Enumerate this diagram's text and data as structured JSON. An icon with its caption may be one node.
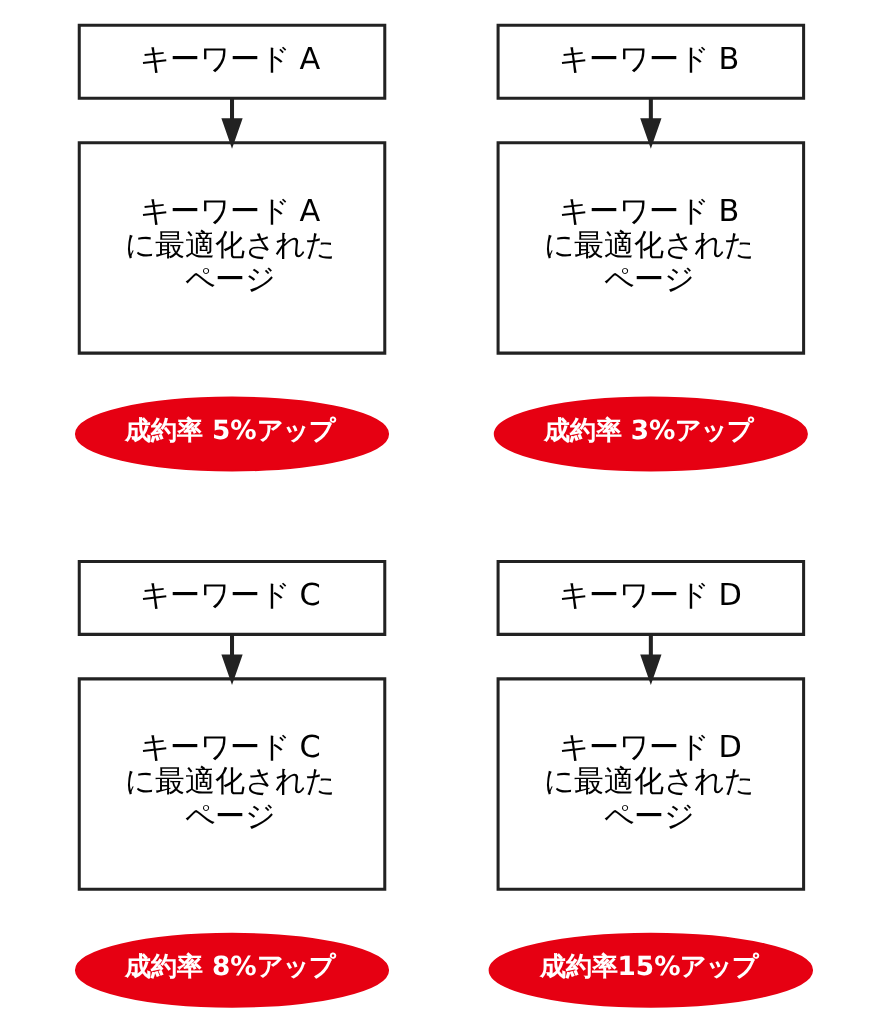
{
  "diagram": {
    "nodes": [
      {
        "text": [
          "キーワード A"
        ]
      },
      {
        "text": [
          "キーワード B"
        ]
      },
      {
        "text": [
          "キーワード Aに最適化されたページ"
        ]
      },
      {
        "text": [
          "キーワード Bに最適化されたページ"
        ]
      },
      {
        "text": [
          "成約率 5%アップ"
        ]
      },
      {
        "text": [
          "成約率 3%アップ"
        ]
      },
      {
        "text": [
          "キーワード C"
        ]
      },
      {
        "text": [
          "キーワード D"
        ]
      },
      {
        "text": [
          "キーワード Cに最適化されたページ"
        ]
      },
      {
        "text": [
          "キーワード Dに最適化されたページ"
        ]
      },
      {
        "text": [
          "成約率 8%アップ"
        ]
      },
      {
        "text": [
          "成約率15%アップ"
        ]
      }
    ],
    "edges": [
      {
        "from": 0,
        "to": 2,
        "arrow": "to"
      },
      {
        "from": 1,
        "to": 3,
        "arrow": "to"
      },
      {
        "from": 6,
        "to": 8,
        "arrow": "to"
      },
      {
        "from": 7,
        "to": 9,
        "arrow": "to"
      }
    ]
  }
}
